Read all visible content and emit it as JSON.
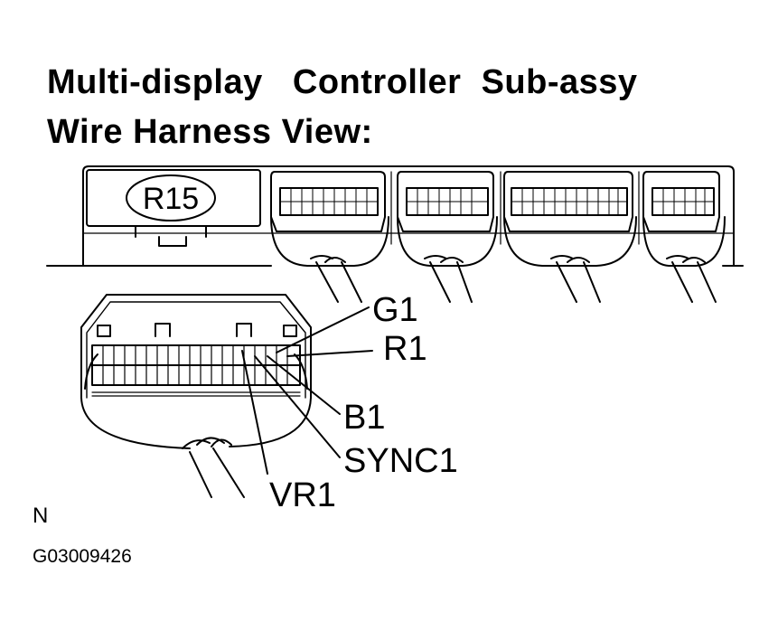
{
  "title": {
    "line1": "Multi-display   Controller  Sub-assy",
    "line2": "Wire Harness View:"
  },
  "connector_id": "R15",
  "pins": {
    "g1": "G1",
    "r1": "R1",
    "b1": "B1",
    "sync1": "SYNC1",
    "vr1": "VR1"
  },
  "orientation_mark": "N",
  "figure_code": "G03009426"
}
